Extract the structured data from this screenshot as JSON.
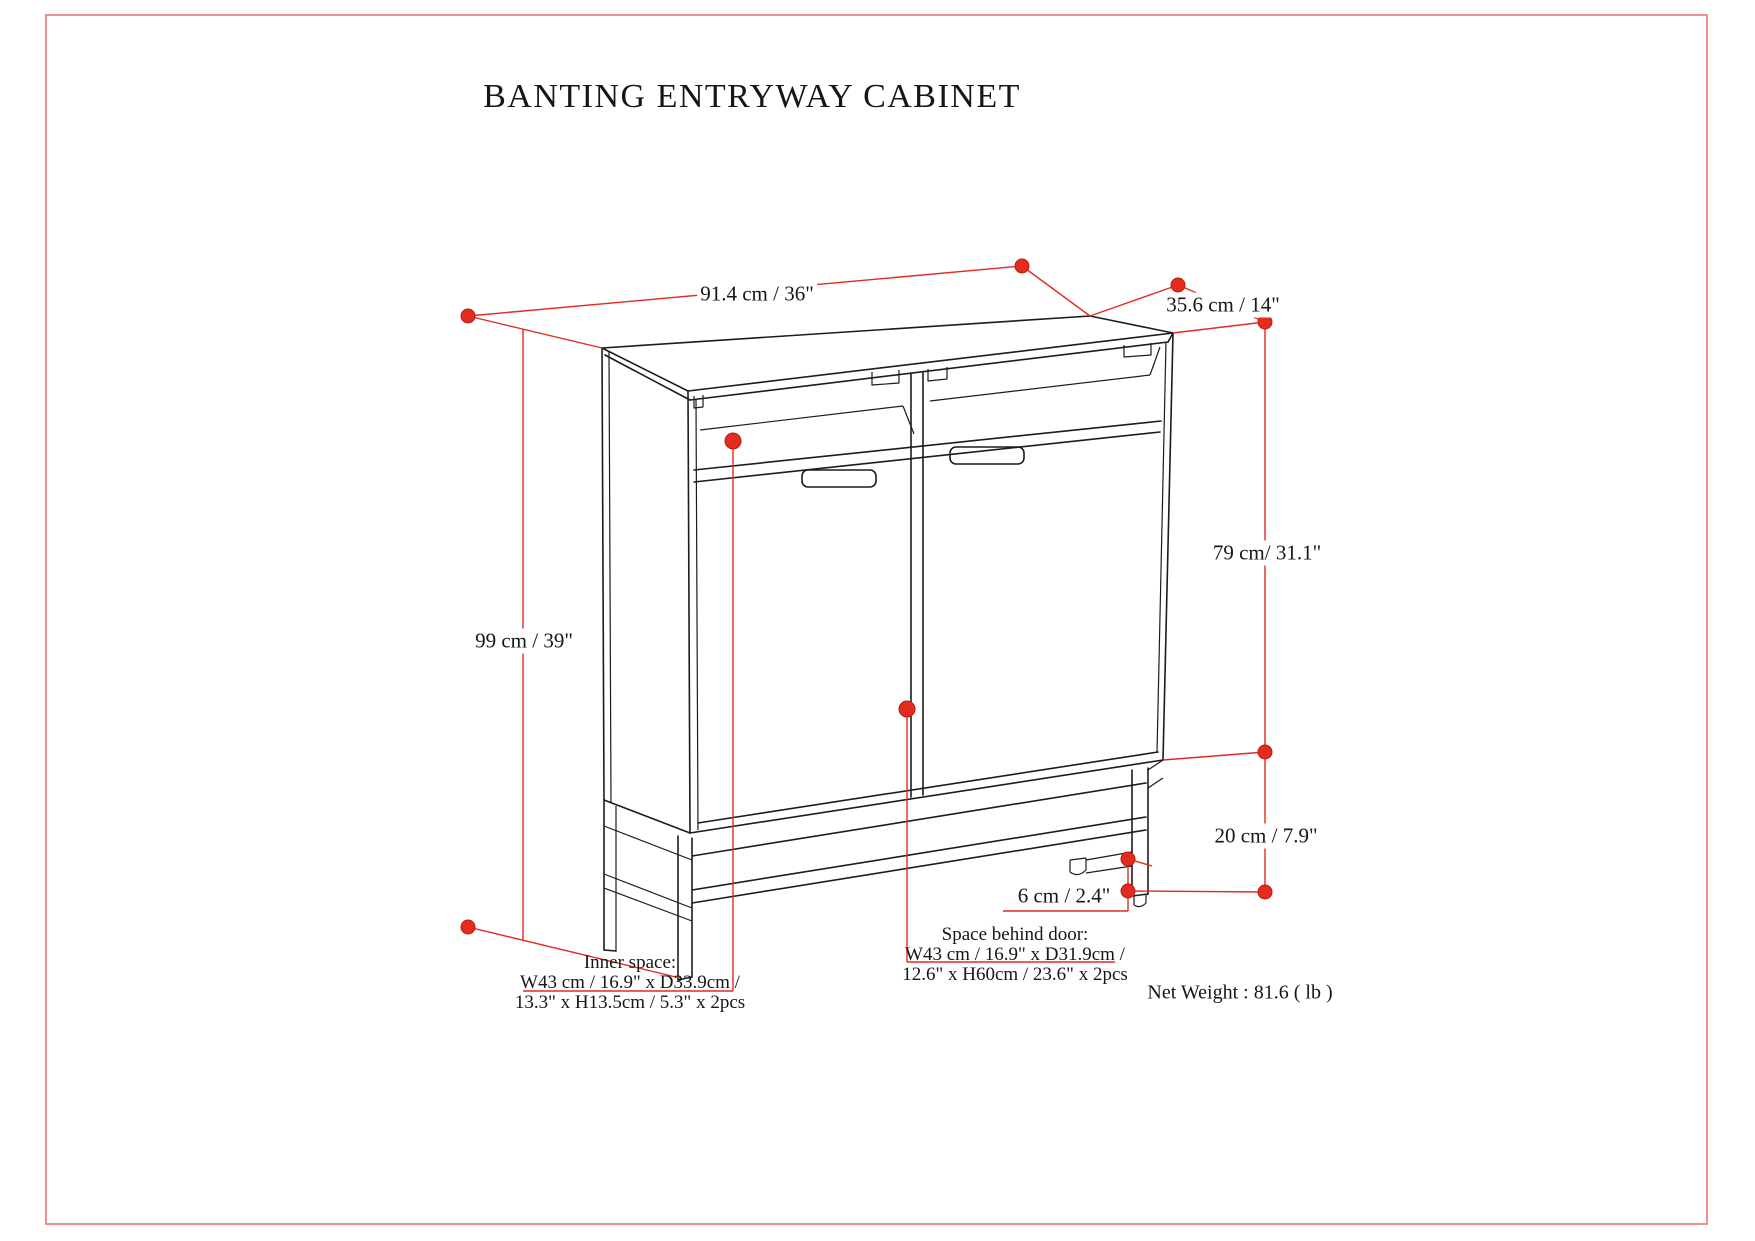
{
  "title": "BANTING ENTRYWAY CABINET",
  "colors": {
    "accent": "#e32b20",
    "line": "#1c1c1c",
    "border": "#f09090"
  },
  "dimensions": {
    "width": "91.4 cm / 36\"",
    "depth": "35.6 cm / 14\"",
    "overall_height": "99 cm / 39\"",
    "cabinet_height": "79 cm/ 31.1\"",
    "base_height": "20 cm / 7.9\"",
    "foot_height": "6 cm / 2.4\""
  },
  "inner_space": {
    "title": "Inner space:",
    "line1": "W43 cm / 16.9\" x D33.9cm /",
    "line2": "13.3\" x H13.5cm / 5.3\" x 2pcs"
  },
  "space_behind_door": {
    "title": "Space behind door:",
    "line1": "W43 cm / 16.9\" x D31.9cm /",
    "line2": "12.6\" x H60cm / 23.6\" x 2pcs"
  },
  "net_weight": "Net Weight : 81.6 ( lb )"
}
